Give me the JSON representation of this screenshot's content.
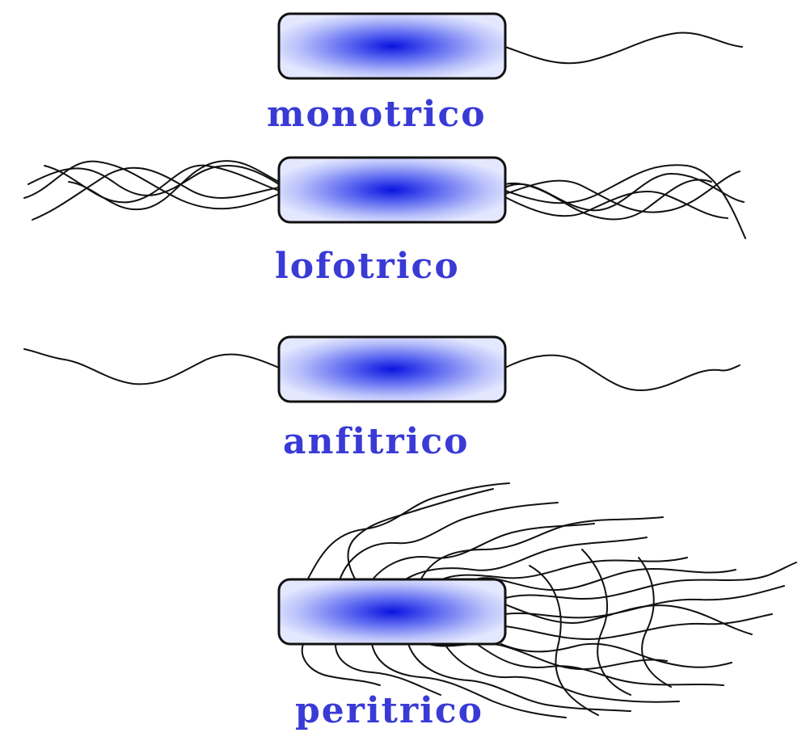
{
  "colors": {
    "label": "#3a3ad6",
    "cell_center": "#0a14e0",
    "cell_edge": "#d4daff",
    "flagellum": "#111111"
  },
  "types": [
    {
      "id": "monotrico",
      "label": "monotrico"
    },
    {
      "id": "lofotrico",
      "label": "lofotrico"
    },
    {
      "id": "anfitrico",
      "label": "anfitrico"
    },
    {
      "id": "peritrico",
      "label": "peritrico"
    }
  ]
}
